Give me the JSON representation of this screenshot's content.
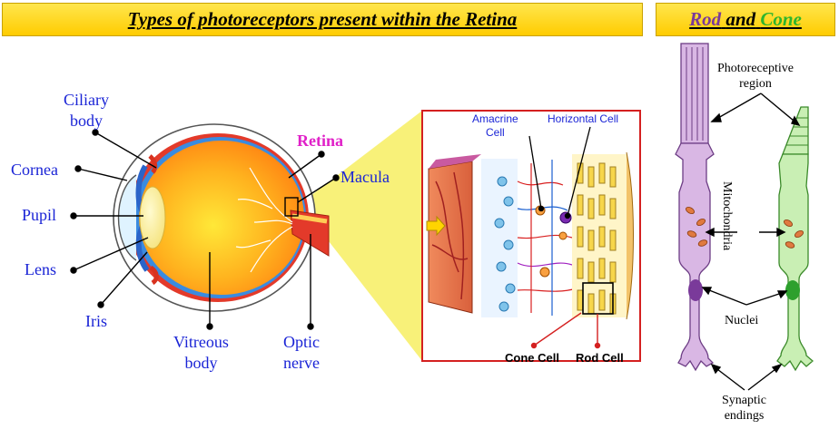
{
  "title": "Types of photoreceptors present within the Retina",
  "side_title": {
    "rod": "Rod",
    "and": "and",
    "cone": "Cone"
  },
  "eye_labels": {
    "ciliary_body_1": "Ciliary",
    "ciliary_body_2": "body",
    "cornea": "Cornea",
    "pupil": "Pupil",
    "lens": "Lens",
    "iris": "Iris",
    "vitreous_body_1": "Vitreous",
    "vitreous_body_2": "body",
    "optic_nerve_1": "Optic",
    "optic_nerve_2": "nerve",
    "retina": "Retina",
    "macula": "Macula"
  },
  "retina_labels": {
    "amacrine_1": "Amacrine",
    "amacrine_2": "Cell",
    "horizontal": "Horizontal Cell",
    "cone_cell": "Cone Cell",
    "rod_cell": "Rod Cell"
  },
  "receptor_labels": {
    "photoreceptive_1": "Photoreceptive",
    "photoreceptive_2": "region",
    "mitochondria": "Mitochondria",
    "nuclei": "Nuclei",
    "synaptic_1": "Synaptic",
    "synaptic_2": "endings"
  },
  "colors": {
    "banner": "#ffcc00",
    "label_blue": "#1a24d6",
    "retina_magenta": "#e020c8",
    "rod": "#d9b7e4",
    "cone": "#c9efb4",
    "highlight_yellow": "#f7f06a"
  }
}
